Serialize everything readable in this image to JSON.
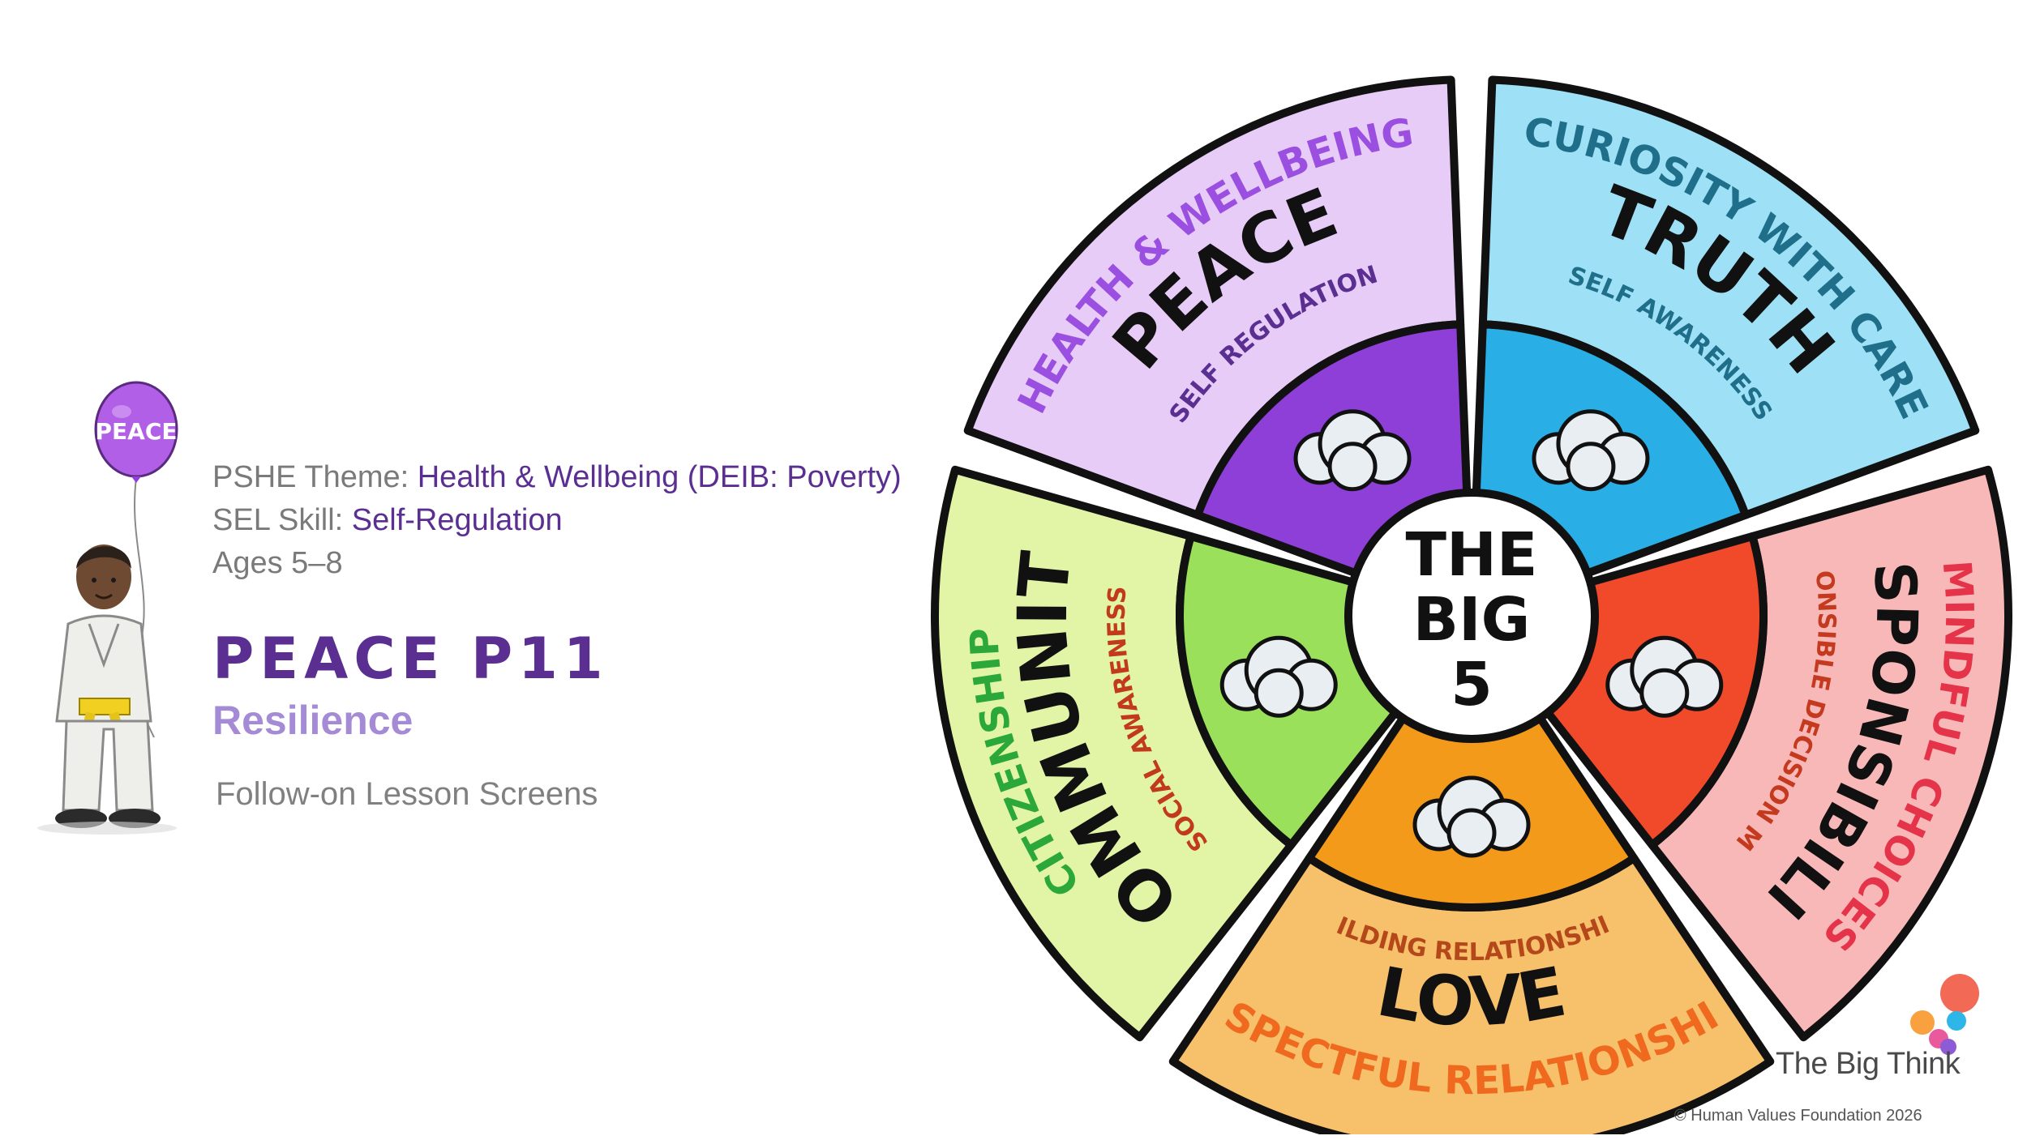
{
  "character": {
    "balloon_text": "PEACE"
  },
  "info": {
    "pshe_label": "PSHE Theme: ",
    "pshe_value": "Health & Wellbeing (DEIB: Poverty)",
    "sel_label": "SEL Skill: ",
    "sel_value": "Self-Regulation",
    "ages": "Ages 5–8"
  },
  "lesson": {
    "title": "PEACE P11",
    "subtitle": "Resilience",
    "note": "Follow-on Lesson Screens"
  },
  "wheel": {
    "center": [
      "THE",
      "BIG",
      "5"
    ],
    "segments": [
      {
        "value": "PEACE",
        "outer": "HEALTH & WELLBEING",
        "inner": "SELF REGULATION",
        "color": "#e6ccf7",
        "inner_color": "#8d3fd8",
        "label_color": "#9b4fe0"
      },
      {
        "value": "TRUTH",
        "outer": "CURIOSITY WITH CARE",
        "inner": "SELF AWARENESS",
        "color": "#9ee0f6",
        "inner_color": "#2aaee6",
        "label_color": "#1f6f8a"
      },
      {
        "value": "RESPONSIBILITY",
        "outer": "MINDFUL CHOICES",
        "inner": "RESPONSIBLE DECISION MAKING",
        "color": "#f8b8b8",
        "inner_color": "#f04a2a",
        "label_color": "#e5344a"
      },
      {
        "value": "LOVE",
        "outer": "RESPECTFUL RELATIONSHIPS",
        "inner": "BUILDING RELATIONSHIPS",
        "color": "#f7c06a",
        "inner_color": "#f39a1b",
        "label_color": "#ef6a1f"
      },
      {
        "value": "COMMUNITY",
        "outer": "CITIZENSHIP",
        "inner": "SOCIAL AWARENESS",
        "color": "#e2f5a6",
        "inner_color": "#9be05a",
        "label_color": "#2ca83a"
      }
    ]
  },
  "logo": {
    "text": "The Big Think"
  },
  "copyright": "© Human Values Foundation 2026"
}
